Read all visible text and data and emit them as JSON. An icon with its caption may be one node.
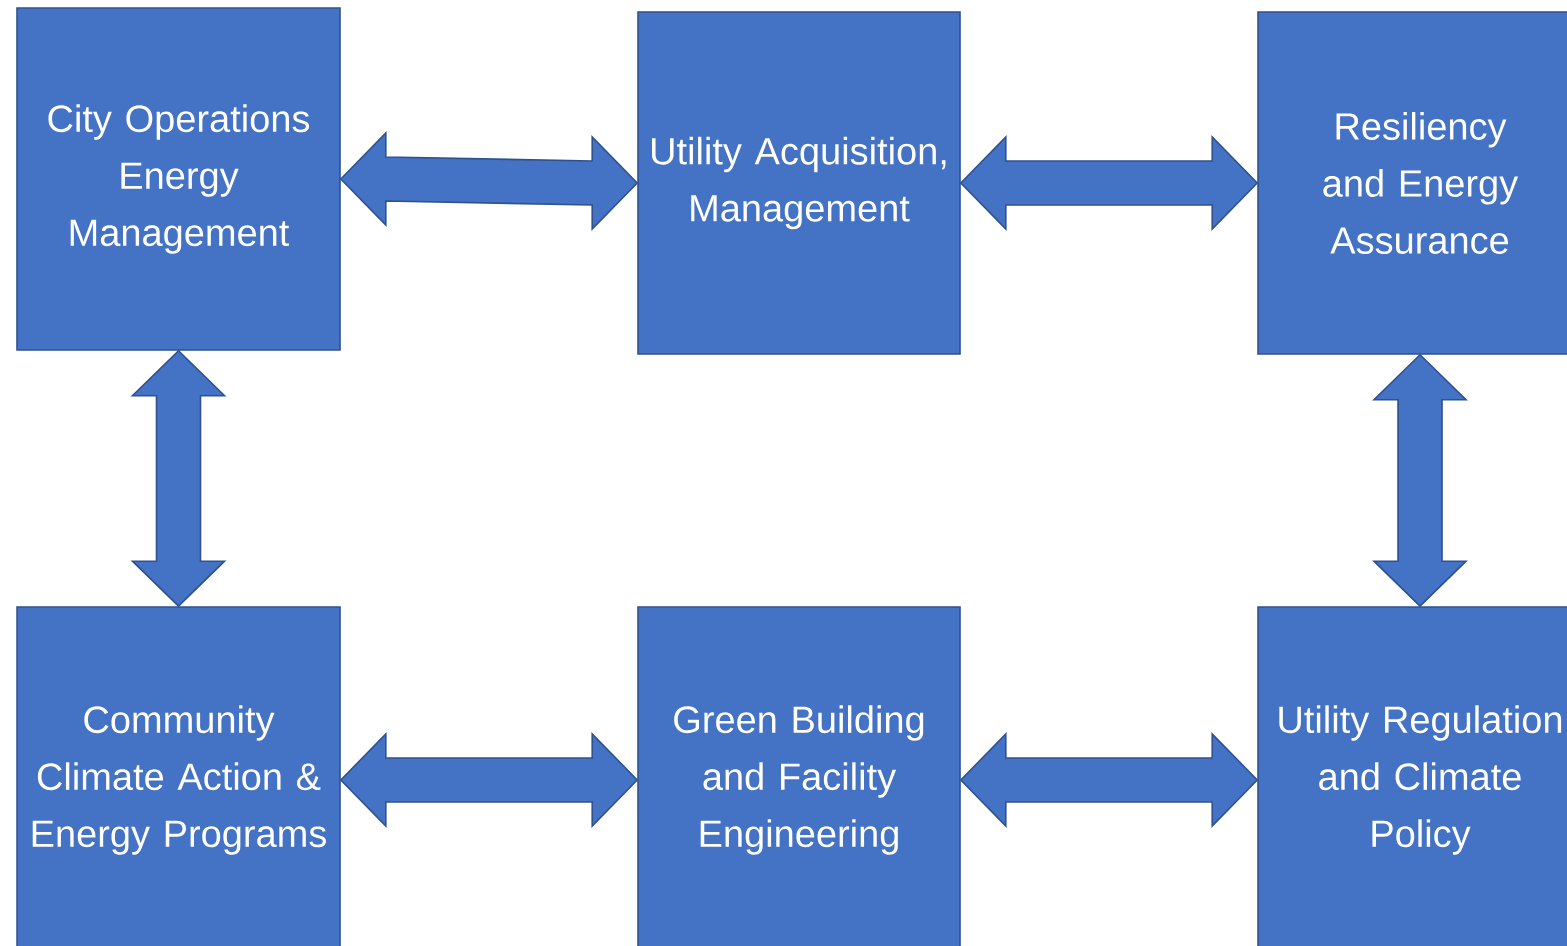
{
  "diagram": {
    "nodes": [
      {
        "text": [
          "City Operations Energy Management"
        ]
      },
      {
        "text": [
          "Utility Acquisition, Management"
        ]
      },
      {
        "text": [
          "Resiliency and Energy Assurance"
        ]
      },
      {
        "text": [
          "Community Climate Action & Energy Programs"
        ]
      },
      {
        "text": [
          "Green Building and Facility Engineering"
        ]
      },
      {
        "text": [
          "Utility Regulation and Climate Policy"
        ]
      }
    ],
    "edges": [
      {
        "from": 0,
        "to": 1,
        "arrow": "both"
      },
      {
        "from": 1,
        "to": 2,
        "arrow": "both"
      },
      {
        "from": 0,
        "to": 3,
        "arrow": "both"
      },
      {
        "from": 2,
        "to": 5,
        "arrow": "both"
      },
      {
        "from": 3,
        "to": 4,
        "arrow": "both"
      },
      {
        "from": 4,
        "to": 5,
        "arrow": "both"
      }
    ]
  }
}
